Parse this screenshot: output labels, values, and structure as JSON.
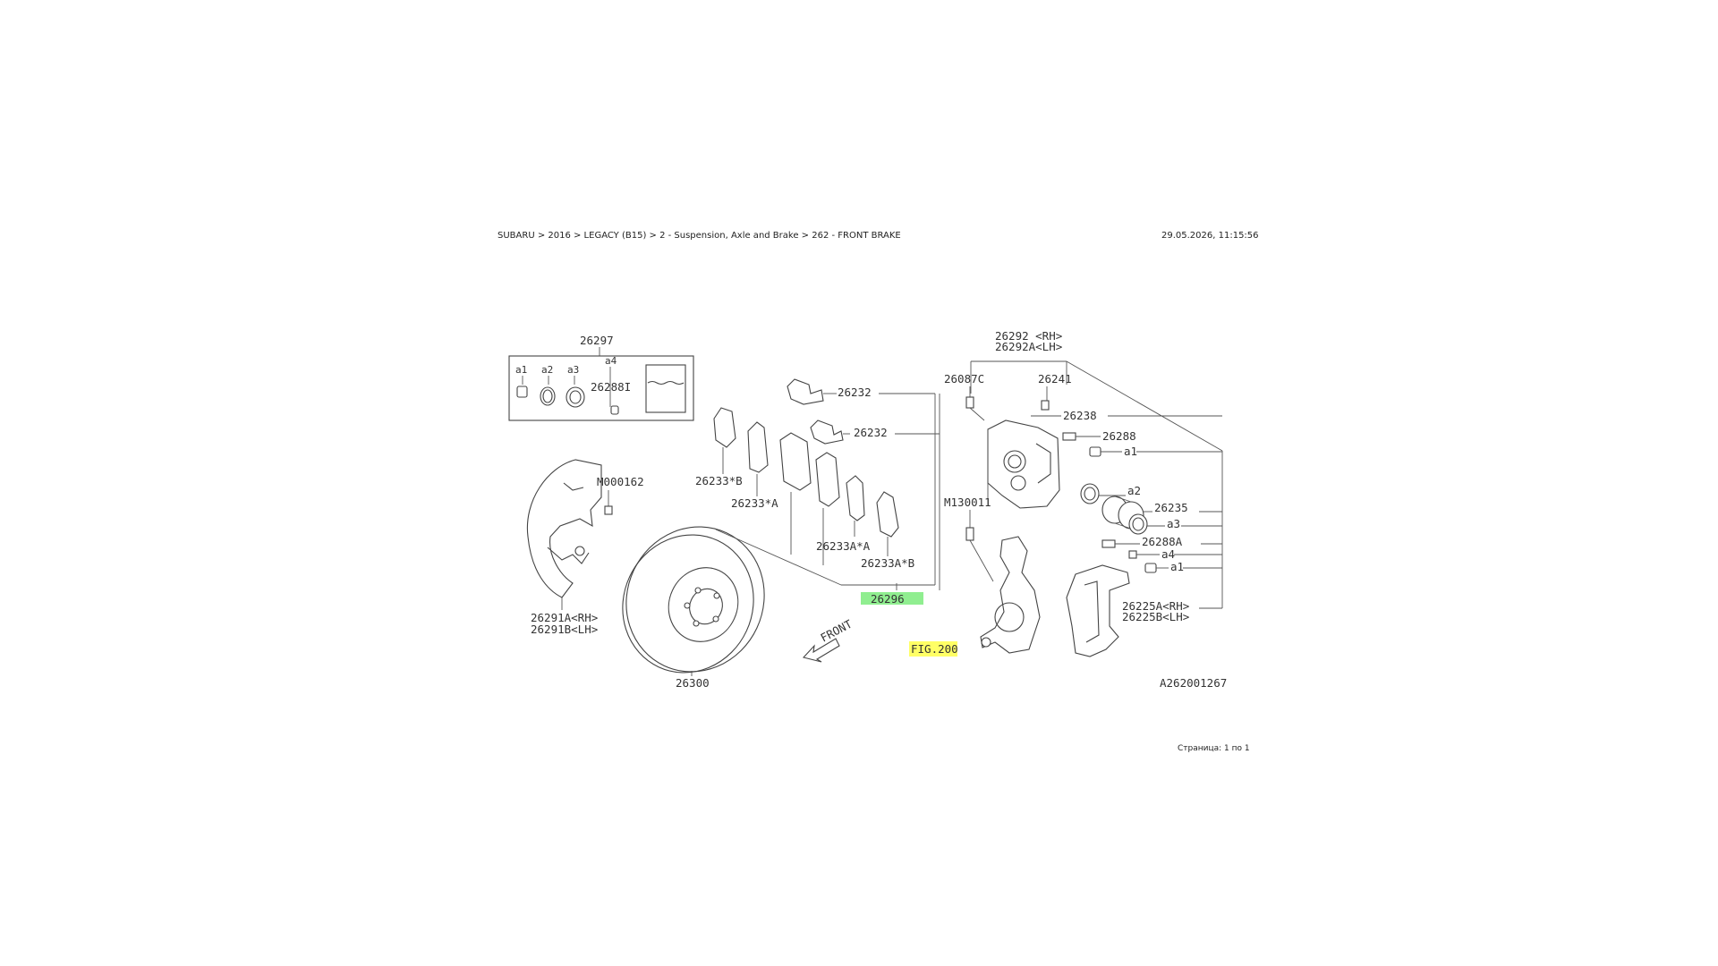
{
  "header": {
    "breadcrumb": "SUBARU > 2016 > LEGACY (B15) > 2 - Suspension, Axle and Brake > 262 - FRONT BRAKE",
    "timestamp": "29.05.2026, 11:15:56"
  },
  "footer": {
    "page_info": "Страница: 1 по 1"
  },
  "diagram": {
    "figure_code": "A262001267",
    "labels": {
      "kit_26297": "26297",
      "kit_a1": "a1",
      "kit_a2": "a2",
      "kit_a3": "a3",
      "kit_a4": "a4",
      "kit_26288i": "26288I",
      "pin_26232_top": "26232",
      "pin_26232_bottom": "26232",
      "pad_26233b": "26233*B",
      "pad_26233a": "26233*A",
      "pad_26233aa": "26233A*A",
      "pad_26233ab": "26233A*B",
      "pad_kit_26296": "26296",
      "bolt_m000162": "M000162",
      "cover_rh": "26291A<RH>",
      "cover_lh": "26291B<LH>",
      "rotor_26300": "26300",
      "front_label": "FRONT",
      "fig_ref": "FIG.200",
      "caliper_rh": "26292 <RH>",
      "caliper_lh": "26292A<LH>",
      "bolt_26087c": "26087C",
      "bleeder_26241": "26241",
      "cap_26238": "26238",
      "bolt_26288": "26288",
      "cal_a1_top": "a1",
      "cal_a2": "a2",
      "piston_26235": "26235",
      "cal_a3": "a3",
      "bolt_m130011": "M130011",
      "bolt_26288a": "26288A",
      "cal_a4": "a4",
      "cal_a1_bottom": "a1",
      "support_rh": "26225A<RH>",
      "support_lh": "26225B<LH>"
    },
    "highlights": {
      "pad_kit_color": "#90ee90",
      "fig_ref_color": "#ffff66"
    }
  }
}
